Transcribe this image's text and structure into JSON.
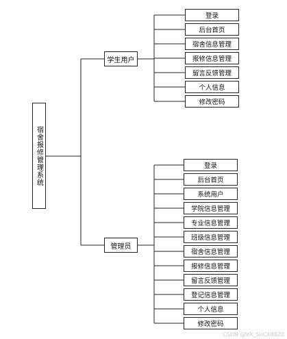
{
  "root": {
    "label": "宿舍报修管理系统"
  },
  "roles": [
    {
      "label": "学生用户",
      "items": [
        "登录",
        "后台首页",
        "宿舍信息管理",
        "报修信息管理",
        "留言反馈管理",
        "个人信息",
        "修改密码"
      ]
    },
    {
      "label": "管理员",
      "items": [
        "登录",
        "后台首页",
        "系统用户",
        "学院信息管理",
        "专业信息管理",
        "班级信息管理",
        "宿舍信息管理",
        "报修信息管理",
        "留言反馈管理",
        "登记信息管理",
        "个人信息",
        "修改密码"
      ]
    }
  ],
  "watermark": "CSDN @VX_SnCX8820"
}
